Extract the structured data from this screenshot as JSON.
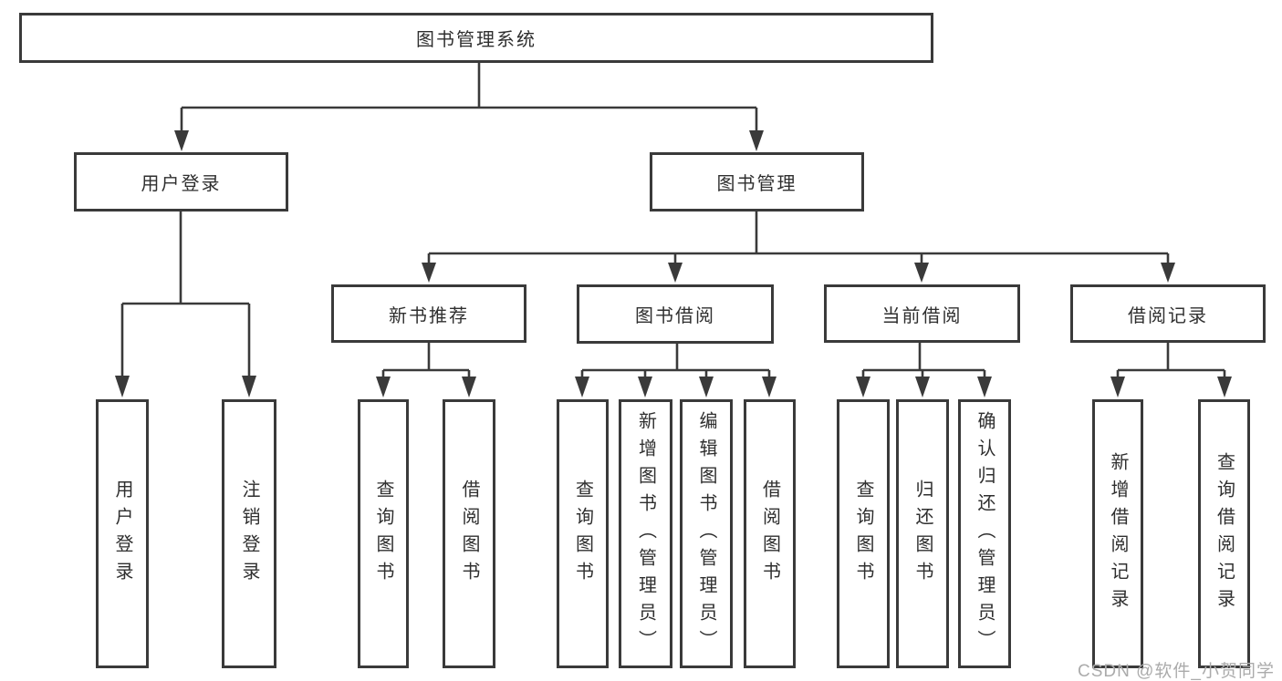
{
  "diagram_type": "hierarchy-tree",
  "colors": {
    "line": "#3a3a3a",
    "box_border": "#3a3a3a",
    "text": "#2f2f2f",
    "background": "#ffffff",
    "watermark": "#ababab"
  },
  "tree": {
    "label": "图书管理系统",
    "children": [
      {
        "label": "用户登录",
        "children": [
          {
            "label": "用户登录"
          },
          {
            "label": "注销登录"
          }
        ]
      },
      {
        "label": "图书管理",
        "children": [
          {
            "label": "新书推荐",
            "children": [
              {
                "label": "查询图书"
              },
              {
                "label": "借阅图书"
              }
            ]
          },
          {
            "label": "图书借阅",
            "children": [
              {
                "label": "查询图书"
              },
              {
                "label": "新增图书（管理员）"
              },
              {
                "label": "编辑图书（管理员）"
              },
              {
                "label": "借阅图书"
              }
            ]
          },
          {
            "label": "当前借阅",
            "children": [
              {
                "label": "查询图书"
              },
              {
                "label": "归还图书"
              },
              {
                "label": "确认归还（管理员）"
              }
            ]
          },
          {
            "label": "借阅记录",
            "children": [
              {
                "label": "新增借阅记录"
              },
              {
                "label": "查询借阅记录"
              }
            ]
          }
        ]
      }
    ]
  },
  "watermark": {
    "text": "CSDN @软件_小贺同学"
  }
}
